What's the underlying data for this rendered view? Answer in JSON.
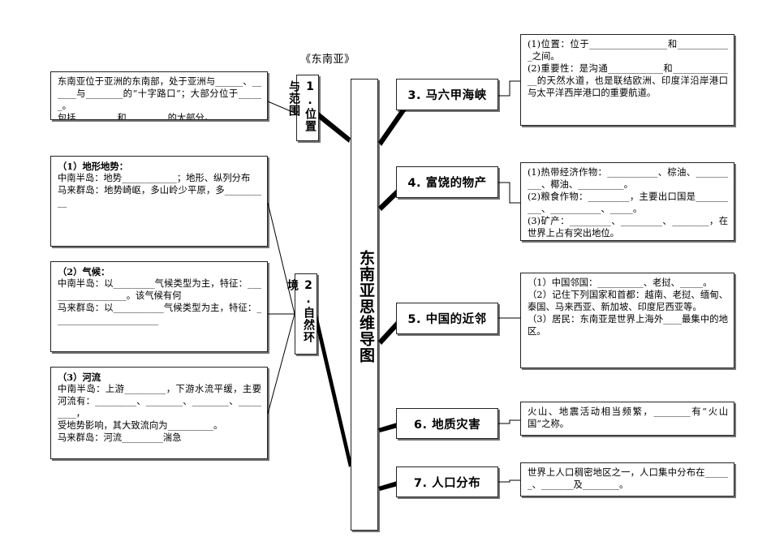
{
  "document": {
    "title": "《东南亚》",
    "center_node": "东南亚思维导图"
  },
  "branches": [
    {
      "id": "b1",
      "label": "1.位置与范围",
      "orientation": "vertical",
      "side": "left"
    },
    {
      "id": "b2",
      "label": "2.自然环境",
      "orientation": "vertical",
      "side": "left"
    },
    {
      "id": "b3",
      "label": "3. 马六甲海峡",
      "orientation": "horizontal",
      "side": "right"
    },
    {
      "id": "b4",
      "label": "4. 富饶的物产",
      "orientation": "horizontal",
      "side": "right"
    },
    {
      "id": "b5",
      "label": "5. 中国的近邻",
      "orientation": "horizontal",
      "side": "right"
    },
    {
      "id": "b6",
      "label": "6. 地质灾害",
      "orientation": "horizontal",
      "side": "right"
    },
    {
      "id": "b7",
      "label": "7. 人口分布",
      "orientation": "horizontal",
      "side": "right"
    }
  ],
  "left_details": [
    {
      "id": "d1",
      "for_branch": "1.位置与范围",
      "lines": [
        "东南亚位于亚洲的东南部，处于亚洲与______、______与________的“十字路口”；大部分位于______。",
        "包括_________和_________的大部分。"
      ]
    },
    {
      "id": "d2",
      "for_branch": "2.自然环境",
      "heading": "（1）地形地势：",
      "lines": [
        "中南半岛：地势____________；地形、纵列分布",
        "马来群岛：地势崎岖，多山岭少平原，多__________"
      ]
    },
    {
      "id": "d3",
      "for_branch": "2.自然环境",
      "heading": "（2）气候：",
      "lines": [
        "中南半岛：以_________气候类型为主，特征：__________________。该气候有何",
        "马来群岛：以___________气候类型为主，特征：_______________________"
      ]
    },
    {
      "id": "d4",
      "for_branch": "2.自然环境",
      "heading": "（3）河流",
      "lines": [
        "中南半岛：上游_________，下游水流平缓，主要河流有：_________、________、________、_________，",
        "受地势影响，其大致流向为__________。",
        "马来群岛：河流_________湍急"
      ]
    }
  ],
  "right_details": [
    {
      "id": "r3",
      "for_branch": "3. 马六甲海峡",
      "lines": [
        "(1)位置：位于_________________和____________之间。",
        "(2)重要性：是沟通____________和______________的天然水道，也是联结欧洲、印度洋沿岸港口与太平洋西岸港口的重要航道。"
      ]
    },
    {
      "id": "r4",
      "for_branch": "4. 富饶的物产",
      "lines": [
        "(1)热带经济作物：___________、棕油、__________、椰油、__________。",
        "(2)粮食作物：_________，主要出口国是__________、___________、_____。",
        "(3)矿产：_________、_________、________，在世界上占有突出地位。"
      ]
    },
    {
      "id": "r5",
      "for_branch": "5. 中国的近邻",
      "lines": [
        "（1）中国邻国：__________、老挝、_____。",
        "（2）记住下列国家和首都：越南、老挝、缅甸、泰国、马来西亚、新加坡、印度尼西亚等。",
        "（3）居民：东南亚是世界上海外____最集中的地区。"
      ]
    },
    {
      "id": "r6",
      "for_branch": "6. 地质灾害",
      "lines": [
        "火山、地震活动相当频繁，________有“火山国”之称。"
      ]
    },
    {
      "id": "r7",
      "for_branch": "7. 人口分布",
      "lines": [
        "世界上人口稠密地区之一，人口集中分布在______、_______及________。"
      ]
    }
  ],
  "style": {
    "line_color": "#000000",
    "box_border": "#222222",
    "background": "#ffffff"
  }
}
